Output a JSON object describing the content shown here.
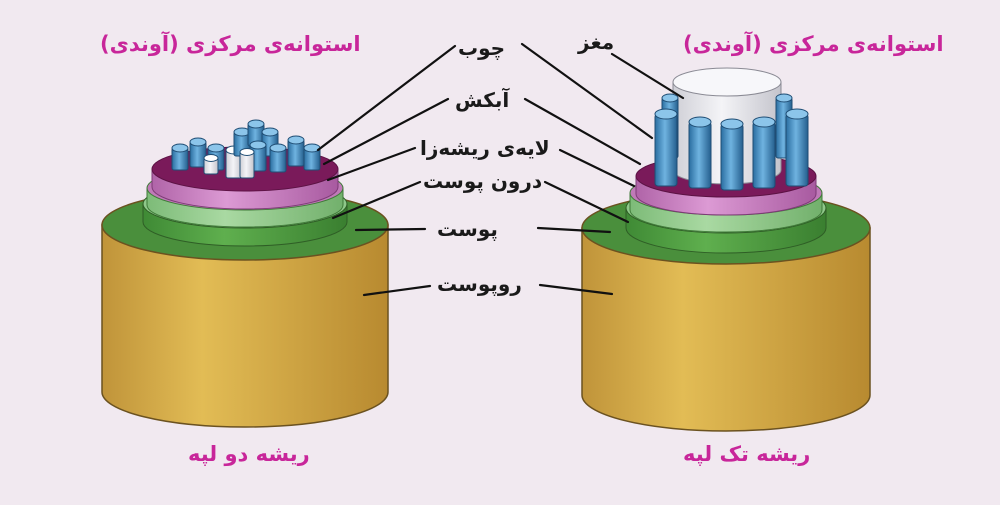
{
  "colors": {
    "background": "#f1e9f0",
    "title": "#c8269a",
    "epidermis": "#d9b046",
    "cortex": "#4e9a40",
    "endodermis": "#8fc88a",
    "pericycle": "#c878c0",
    "xylem_fill": "#7a1a5a",
    "xylem_vessel": "#3d8ac2",
    "pith": "#e6e6ea"
  },
  "left_diagram": {
    "title": "استوانه‌ی مرکزی (آوندی)",
    "caption": "ریشه دو لپه"
  },
  "right_diagram": {
    "title": "استوانه‌ی مرکزی (آوندی)",
    "caption": "ریشه تک لپه",
    "pith_label": "مغز"
  },
  "labels": {
    "xylem": "چوب",
    "phloem": "آبکش",
    "pericycle": "لایه‌ی ریشه‌زا",
    "endodermis": "درون پوست",
    "cortex": "پوست",
    "epidermis": "روپوست"
  }
}
